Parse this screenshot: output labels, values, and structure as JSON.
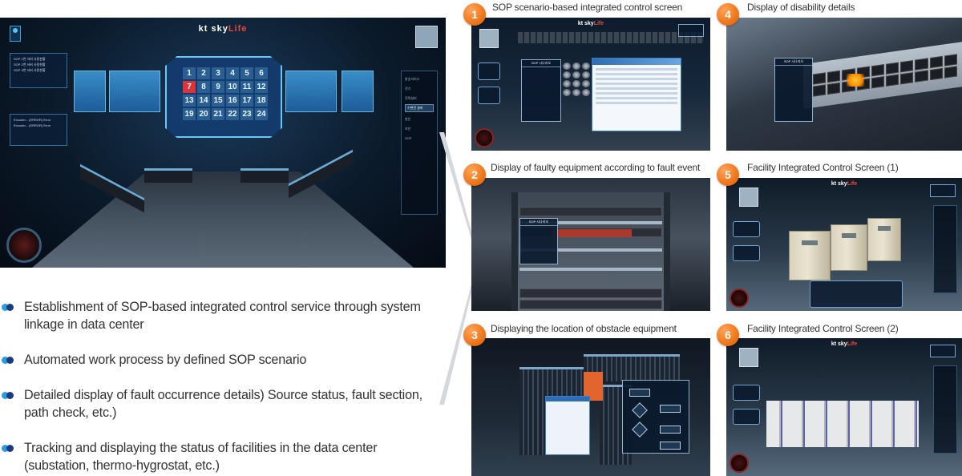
{
  "hero": {
    "logo": {
      "kt": "kt",
      "sky": "sky",
      "life": "Life"
    },
    "calendar_days": [
      "1",
      "2",
      "3",
      "4",
      "5",
      "6",
      "7",
      "8",
      "9",
      "10",
      "11",
      "12",
      "13",
      "14",
      "15",
      "16",
      "17",
      "18",
      "19",
      "20",
      "21",
      "22",
      "23",
      "24"
    ],
    "selected_day": "7",
    "left_panel_lines": [
      "SOP 1번 서버 사용현황",
      "SOP 2번 서버 사용현황",
      "SOP 3번 서버 사용현황"
    ],
    "left_panel2_lines": [
      "Encoder... (ERROR) Error",
      "Encoder... (ERROR) Error"
    ],
    "side_menu": [
      "발송서비스",
      "전기",
      "전력설비",
      "수변전 설비",
      "항온",
      "보안",
      "SOP"
    ],
    "side_menu_button": "수변전 설비"
  },
  "bullets": [
    "Establishment of SOP-based integrated control service through system linkage in data center",
    "Automated work process by defined SOP scenario",
    "Detailed display of fault occurrence details) Source status, fault section, path check, etc.)",
    "Tracking and displaying the status of facilities in the data center (substation, thermo-hygrostat, etc.)"
  ],
  "thumbnails": [
    {
      "number": "1",
      "title": "SOP scenario-based integrated control screen"
    },
    {
      "number": "2",
      "title": "Display of faulty equipment according to fault event"
    },
    {
      "number": "3",
      "title": "Displaying the location of obstacle equipment"
    },
    {
      "number": "4",
      "title": "Display of disability details"
    },
    {
      "number": "5",
      "title": "Facility Integrated Control Screen (1)"
    },
    {
      "number": "6",
      "title": "Facility Integrated Control Screen (2)"
    }
  ],
  "sop_panel_title": "SOP 시나리오",
  "colors": {
    "accent_orange": "#f07a1f",
    "bullet_light": "#2a9de0",
    "bullet_dark": "#1b3a82",
    "highlight_red": "#d9343a"
  },
  "icons": [
    "avatar-icon",
    "cabinet-icon",
    "gauge-icon",
    "weather-icon"
  ]
}
